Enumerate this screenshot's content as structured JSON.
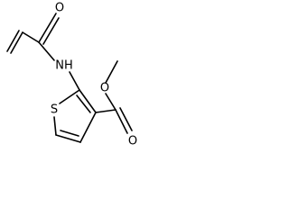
{
  "molecule": {
    "atoms": {
      "carbonyl_oxygen": "O",
      "amide_nitrogen": "NH",
      "ring_sulfur": "S",
      "ester_ether_oxygen": "O",
      "ester_carbonyl_oxygen": "O"
    }
  }
}
